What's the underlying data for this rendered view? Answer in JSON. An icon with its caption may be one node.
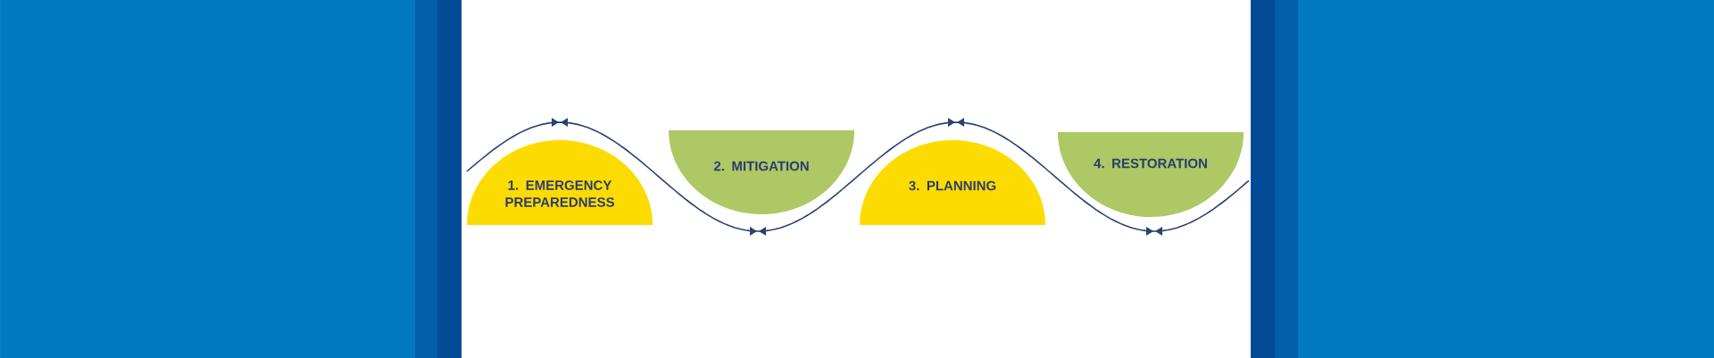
{
  "diagram": {
    "nodes": [
      {
        "text": [
          "1. EMERGENCY PREPAREDNESS"
        ]
      },
      {
        "text": [
          "2. MITIGATION"
        ]
      },
      {
        "text": [
          "3. PLANNING"
        ]
      },
      {
        "text": [
          "4. RESTORATION"
        ]
      }
    ]
  }
}
